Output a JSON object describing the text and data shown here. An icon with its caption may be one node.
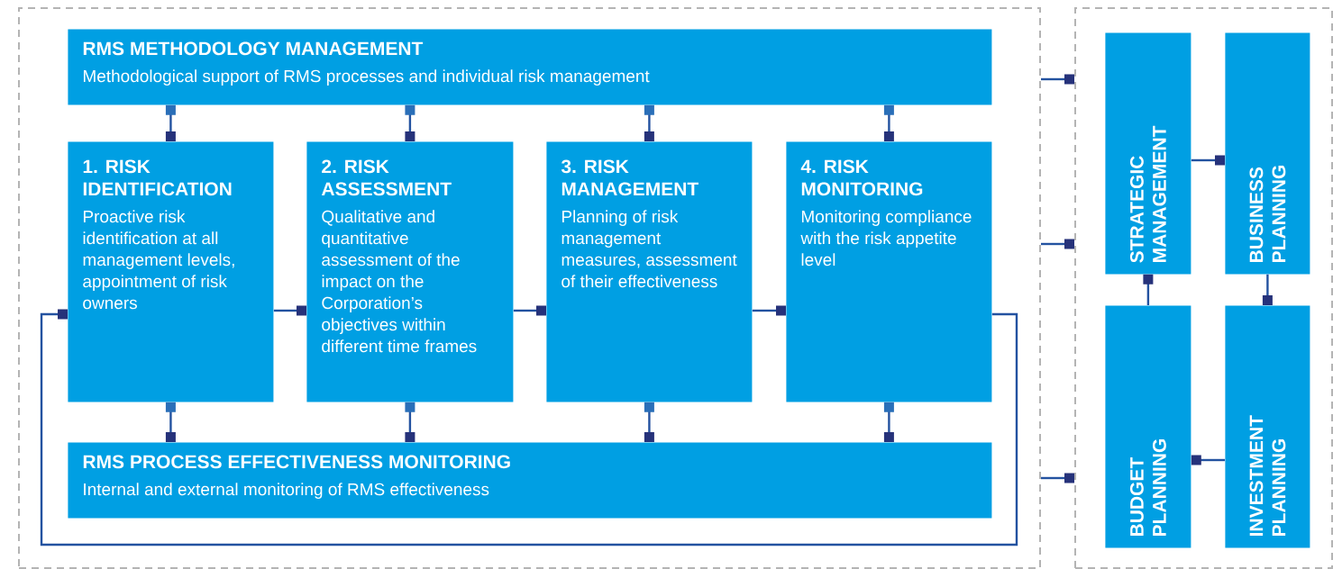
{
  "diagram": {
    "nodes": [
      {
        "text": [],
        "shape": "box"
      },
      {
        "text": [],
        "shape": "box"
      },
      {
        "text": [
          "RMS METHODOLOGY MANAGEMENT",
          "Methodological support of RMS processes and individual risk management"
        ],
        "in": 0
      },
      {
        "text": [
          "1. RISK IDENTIFICATION",
          "Proactive risk identification at all management levels, appointment of risk owners"
        ],
        "in": 0
      },
      {
        "text": [
          "2. RISK ASSESSMENT",
          "Qualitative and quantitative assessment of the impact on the Corporation’s objectives within different time frames"
        ],
        "in": 0
      },
      {
        "text": [
          "3. RISK MANAGEMENT",
          "Planning of risk management measures, assessment of their effectiveness"
        ],
        "in": 0
      },
      {
        "text": [
          "4. RISK MONITORING",
          "Monitoring compliance with the risk appetite level"
        ],
        "in": 0
      },
      {
        "text": [
          "RMS PROCESS EFFECTIVENESS MONITORING",
          "Internal and external monitoring of RMS effectiveness"
        ],
        "in": 0
      },
      {
        "text": [
          "STRATEGIC MANAGEMENT"
        ],
        "in": 1
      },
      {
        "text": [
          "BUSINESS PLANNING"
        ],
        "in": 1
      },
      {
        "text": [
          "BUDGET PLANNING"
        ],
        "in": 1
      },
      {
        "text": [
          "INVESTMENT PLANNING"
        ],
        "in": 1
      }
    ],
    "edges": [
      {
        "from": 0,
        "to": 1,
        "arrow": "other"
      },
      {
        "from": 0,
        "to": 1,
        "arrow": "other"
      },
      {
        "from": 0,
        "to": 1,
        "arrow": "other"
      },
      {
        "from": 2,
        "to": 3,
        "arrow": "other"
      },
      {
        "from": 2,
        "to": 4,
        "arrow": "other"
      },
      {
        "from": 2,
        "to": 5,
        "arrow": "other"
      },
      {
        "from": 2,
        "to": 6,
        "arrow": "other"
      },
      {
        "from": 3,
        "to": 7,
        "arrow": "other"
      },
      {
        "from": 4,
        "to": 7,
        "arrow": "other"
      },
      {
        "from": 5,
        "to": 7,
        "arrow": "other"
      },
      {
        "from": 6,
        "to": 7,
        "arrow": "other"
      },
      {
        "from": 3,
        "to": 4,
        "arrow": "other"
      },
      {
        "from": 4,
        "to": 5,
        "arrow": "other"
      },
      {
        "from": 5,
        "to": 6,
        "arrow": "other"
      },
      {
        "from": 6,
        "to": 3,
        "arrow": "other"
      },
      {
        "from": 8,
        "to": 9,
        "arrow": "other"
      },
      {
        "from": 9,
        "to": 11,
        "arrow": "other"
      },
      {
        "from": 11,
        "to": 10,
        "arrow": "other"
      },
      {
        "from": 10,
        "to": 8,
        "arrow": "other"
      }
    ]
  }
}
